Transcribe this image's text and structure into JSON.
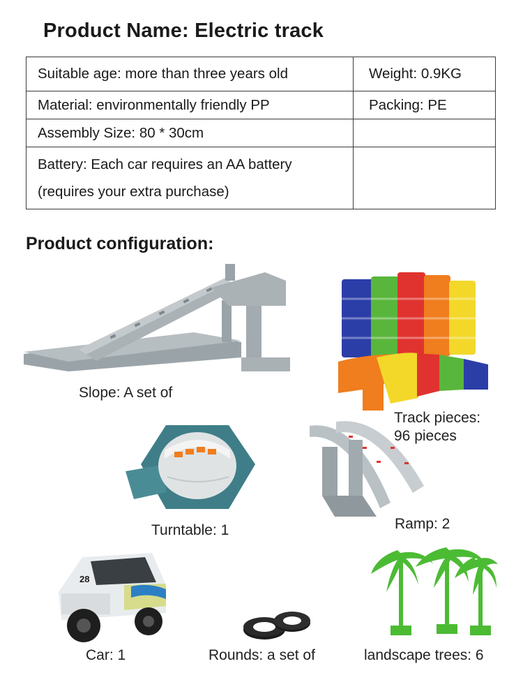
{
  "header": {
    "title": "Product Name: Electric track"
  },
  "specs": {
    "rows": [
      {
        "left": "Suitable age: more than three years old",
        "right": "Weight: 0.9KG"
      },
      {
        "left": "Material: environmentally friendly PP",
        "right": "Packing: PE"
      },
      {
        "left": "Assembly Size: 80 * 30cm",
        "right": ""
      },
      {
        "left_lines": [
          "Battery: Each car requires an AA battery",
          "(requires your extra purchase)"
        ],
        "right": ""
      }
    ]
  },
  "config": {
    "heading": "Product configuration:",
    "items": {
      "slope": "Slope: A set of",
      "track_line1": "Track pieces:",
      "track_line2": "96 pieces",
      "turntable": "Turntable: 1",
      "ramp": "Ramp: 2",
      "car": "Car: 1",
      "rounds": "Rounds: a set of",
      "trees": "landscape trees: 6"
    },
    "car_number": "28"
  },
  "colors": {
    "track_grey": "#a7afb3",
    "turntable_teal": "#3f7e88",
    "track_red": "#e0332f",
    "track_orange": "#f07d1e",
    "track_yellow": "#f3d82a",
    "track_green": "#59b63c",
    "track_blue": "#2b3ea8",
    "tree_green": "#4cbb34"
  }
}
